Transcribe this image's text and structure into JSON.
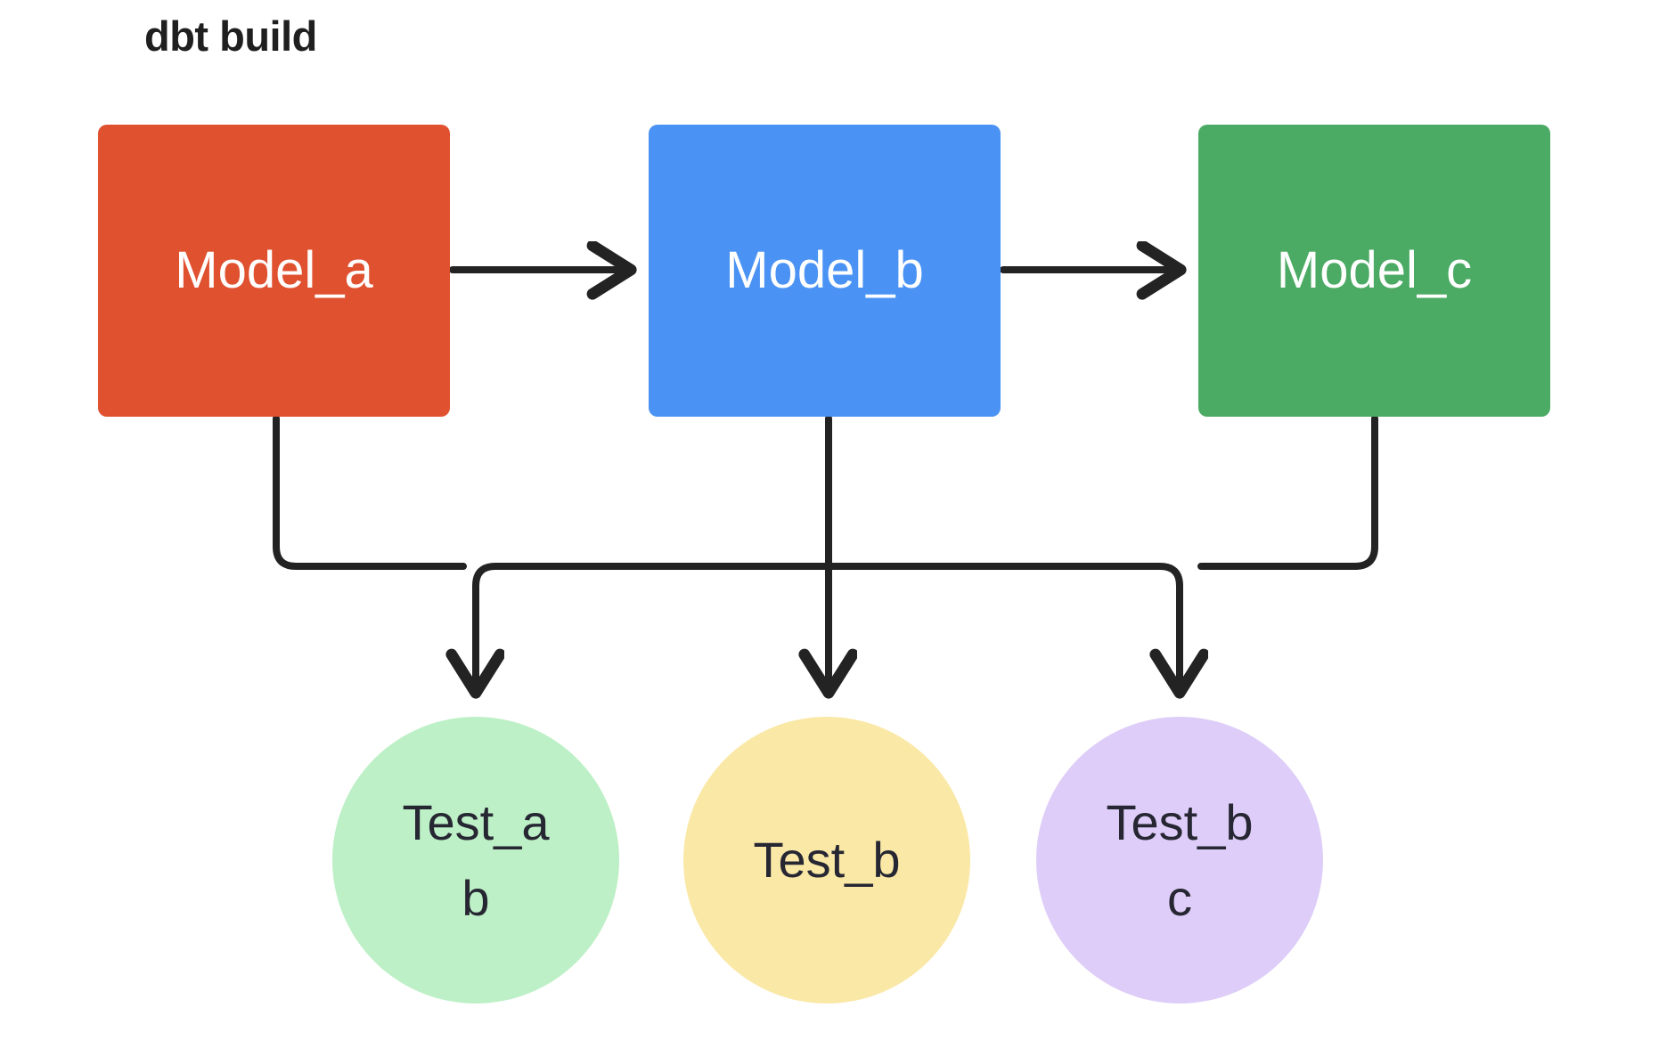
{
  "title": "dbt build",
  "colors": {
    "model_a_fill": "#E0512F",
    "model_b_fill": "#4A93F4",
    "model_c_fill": "#4BAA63",
    "test_ab_fill": "#BDF0C6",
    "test_b_fill": "#FAE8A6",
    "test_bc_fill": "#DECDF8",
    "edge_stroke": "#232323",
    "model_text": "#FFFFFF",
    "test_text": "#262733",
    "title_text": "#1F1F1F",
    "background": "#FFFFFF"
  },
  "models": [
    {
      "id": "model_a",
      "label": "Model_a",
      "fill": "#E0512F"
    },
    {
      "id": "model_b",
      "label": "Model_b",
      "fill": "#4A93F4"
    },
    {
      "id": "model_c",
      "label": "Model_c",
      "fill": "#4BAA63"
    }
  ],
  "tests": [
    {
      "id": "test_ab",
      "label": "Test_ab",
      "fill": "#BDF0C6"
    },
    {
      "id": "test_b",
      "label": "Test_b",
      "fill": "#FAE8A6"
    },
    {
      "id": "test_bc",
      "label": "Test_bc",
      "fill": "#DECDF8"
    }
  ],
  "edges": [
    {
      "from": "Model_a",
      "to": "Model_b",
      "kind": "arrow-right"
    },
    {
      "from": "Model_b",
      "to": "Model_c",
      "kind": "arrow-right"
    },
    {
      "from": "Model_a",
      "to": "Test_ab",
      "kind": "arrow-down-elbow"
    },
    {
      "from": "Model_b",
      "to": "Test_ab",
      "kind": "arrow-down-elbow"
    },
    {
      "from": "Model_b",
      "to": "Test_b",
      "kind": "arrow-down"
    },
    {
      "from": "Model_b",
      "to": "Test_bc",
      "kind": "arrow-down-elbow"
    },
    {
      "from": "Model_c",
      "to": "Test_bc",
      "kind": "arrow-down-elbow"
    }
  ]
}
